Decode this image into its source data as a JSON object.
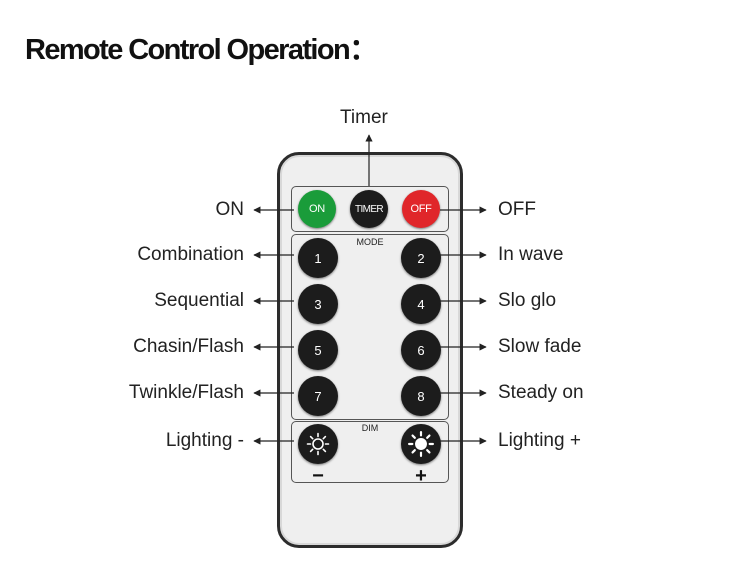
{
  "title": "Remote Control Operation：",
  "remote": {
    "top_row": [
      {
        "label": "ON",
        "color": "#1a9c3a"
      },
      {
        "label": "TIMER",
        "color": "#1c1c1c"
      },
      {
        "label": "OFF",
        "color": "#e0262a"
      }
    ],
    "mode_label": "MODE",
    "mode_buttons": [
      "1",
      "2",
      "3",
      "4",
      "5",
      "6",
      "7",
      "8"
    ],
    "dim_label": "DIM",
    "dim_minus_sign": "−",
    "dim_plus_sign": "+",
    "button_color": "#1c1c1c"
  },
  "callouts": {
    "timer": "Timer",
    "on": "ON",
    "off": "OFF",
    "b1": "Combination",
    "b2": "In wave",
    "b3": "Sequential",
    "b4": "Slo glo",
    "b5": "Chasin/Flash",
    "b6": "Slow fade",
    "b7": "Twinkle/Flash",
    "b8": "Steady on",
    "dim_minus": "Lighting -",
    "dim_plus": "Lighting +"
  }
}
